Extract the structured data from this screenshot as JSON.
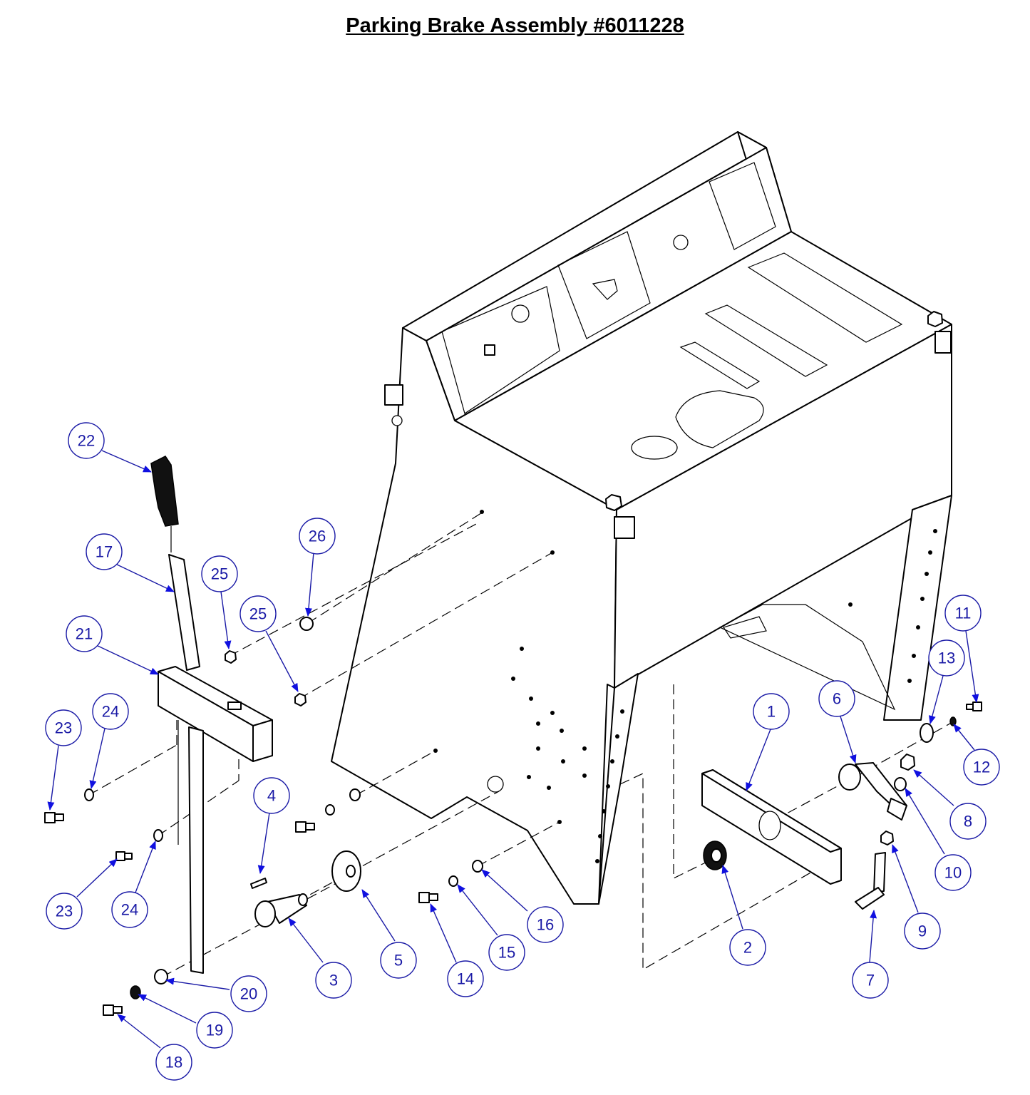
{
  "title": "Parking Brake Assembly #6011228",
  "callouts": [
    {
      "label": "1"
    },
    {
      "label": "2"
    },
    {
      "label": "3"
    },
    {
      "label": "4"
    },
    {
      "label": "5"
    },
    {
      "label": "6"
    },
    {
      "label": "7"
    },
    {
      "label": "8"
    },
    {
      "label": "9"
    },
    {
      "label": "10"
    },
    {
      "label": "11"
    },
    {
      "label": "12"
    },
    {
      "label": "13"
    },
    {
      "label": "14"
    },
    {
      "label": "15"
    },
    {
      "label": "16"
    },
    {
      "label": "17"
    },
    {
      "label": "18"
    },
    {
      "label": "19"
    },
    {
      "label": "20"
    },
    {
      "label": "21"
    },
    {
      "label": "22"
    },
    {
      "label": "23"
    },
    {
      "label": "24"
    },
    {
      "label": "23"
    },
    {
      "label": "24"
    },
    {
      "label": "25"
    },
    {
      "label": "25"
    },
    {
      "label": "26"
    }
  ],
  "colors": {
    "callout": "#1a1aa6",
    "arrow": "#1010e0",
    "line": "#000000"
  }
}
